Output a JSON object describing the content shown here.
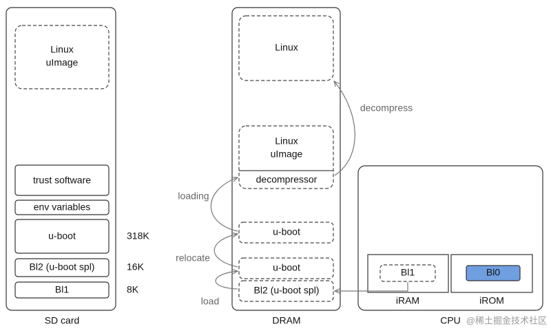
{
  "sd_card": {
    "label": "SD card",
    "blocks": {
      "linux_uimage_l1": "Linux",
      "linux_uimage_l2": "uImage",
      "trust_software": "trust software",
      "env_variables": "env variables",
      "u_boot": "u-boot",
      "bl2": "Bl2 (u-boot spl)",
      "bl1": "Bl1"
    },
    "sizes": {
      "u_boot": "318K",
      "bl2": "16K",
      "bl1": "8K"
    }
  },
  "dram": {
    "label": "DRAM",
    "blocks": {
      "linux": "Linux",
      "linux_uimage_l1": "Linux",
      "linux_uimage_l2": "uImage",
      "decompressor": "decompressor",
      "u_boot_top": "u-boot",
      "u_boot_bottom": "u-boot",
      "bl2": "Bl2 (u-boot spl)"
    }
  },
  "cpu": {
    "label": "CPU",
    "iram": {
      "label": "iRAM",
      "bl1": "Bl1"
    },
    "irom": {
      "label": "iROM",
      "bl0": "Bl0"
    }
  },
  "arrows": {
    "decompress": "decompress",
    "loading": "loading",
    "relocate": "relocate",
    "load": "load"
  },
  "colors": {
    "bl0_fill": "#6f9fe0",
    "arrow": "#777777"
  },
  "watermark": "@稀土掘金技术社区"
}
